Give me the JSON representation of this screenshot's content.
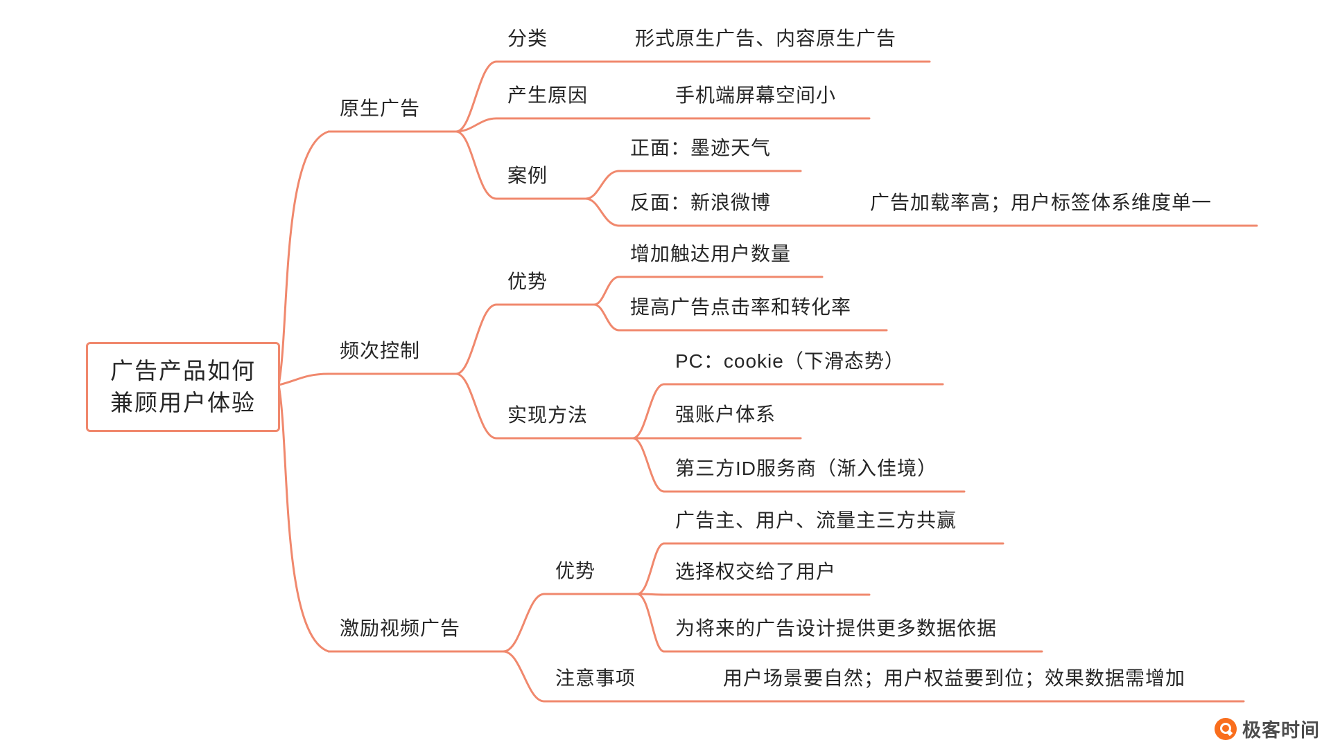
{
  "colors": {
    "branch": "#F0886D",
    "text": "#262626",
    "logo": "#F96E1D",
    "logo_text": "#4D4D4D"
  },
  "mindmap": {
    "root": {
      "line1": "广告产品如何",
      "line2": "兼顾用户体验"
    },
    "branches": [
      {
        "label": "原生广告",
        "children": [
          {
            "label": "分类",
            "children": [
              {
                "label": "形式原生广告、内容原生广告"
              }
            ]
          },
          {
            "label": "产生原因",
            "children": [
              {
                "label": "手机端屏幕空间小"
              }
            ]
          },
          {
            "label": "案例",
            "children": [
              {
                "label": "正面：墨迹天气"
              },
              {
                "label": "反面：新浪微博",
                "children": [
                  {
                    "label": "广告加载率高；用户标签体系维度单一"
                  }
                ]
              }
            ]
          }
        ]
      },
      {
        "label": "频次控制",
        "children": [
          {
            "label": "优势",
            "children": [
              {
                "label": "增加触达用户数量"
              },
              {
                "label": "提高广告点击率和转化率"
              }
            ]
          },
          {
            "label": "实现方法",
            "children": [
              {
                "label": "PC：cookie（下滑态势）"
              },
              {
                "label": "强账户体系"
              },
              {
                "label": "第三方ID服务商（渐入佳境）"
              }
            ]
          }
        ]
      },
      {
        "label": "激励视频广告",
        "children": [
          {
            "label": "优势",
            "children": [
              {
                "label": "广告主、用户、流量主三方共赢"
              },
              {
                "label": "选择权交给了用户"
              },
              {
                "label": "为将来的广告设计提供更多数据依据"
              }
            ]
          },
          {
            "label": "注意事项",
            "children": [
              {
                "label": "用户场景要自然；用户权益要到位；效果数据需增加"
              }
            ]
          }
        ]
      }
    ]
  },
  "watermark": {
    "label": "极客时间"
  }
}
